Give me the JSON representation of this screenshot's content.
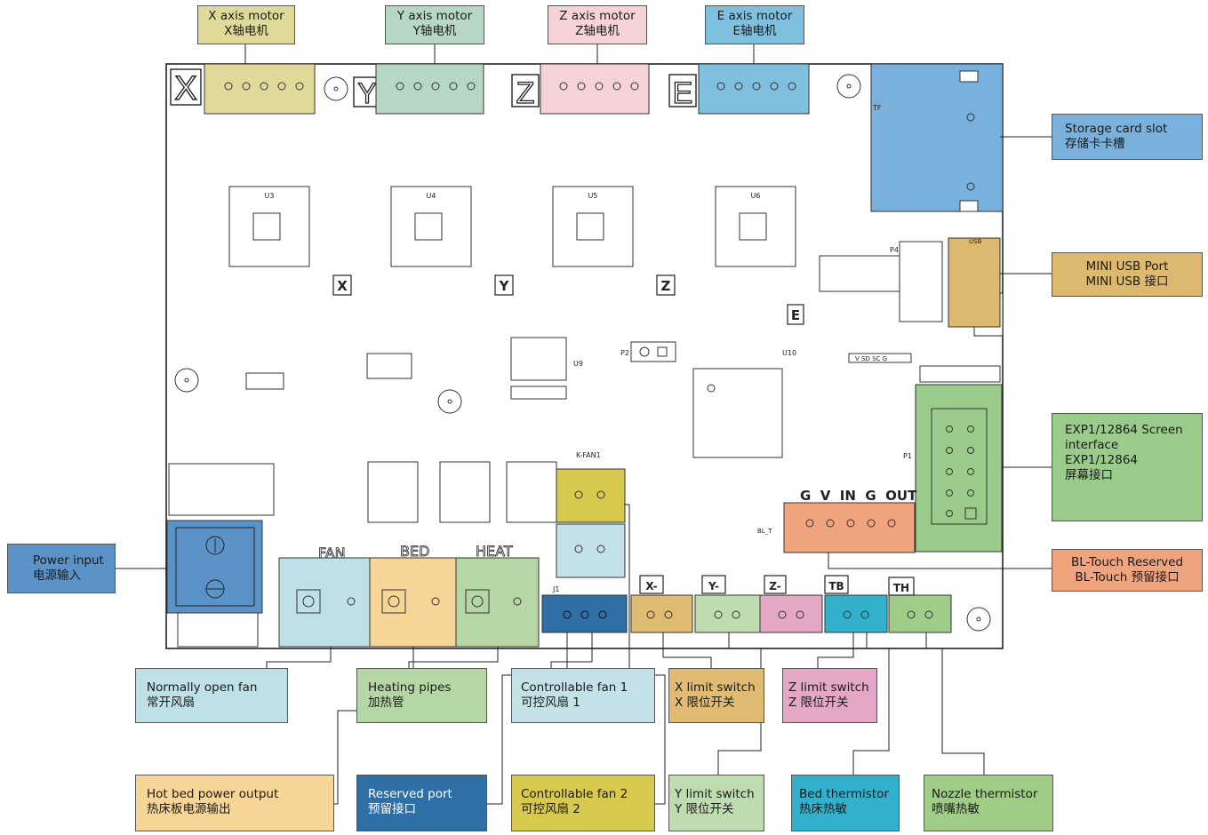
{
  "board_labels": {
    "x": "X",
    "y": "Y",
    "z": "Z",
    "e": "E",
    "bed": "BED",
    "heat": "HEAT",
    "fan": "FAN",
    "bl_pins": "G  V  IN  G  OUT",
    "x_minus": "X-",
    "y_minus": "Y-",
    "z_minus": "Z-",
    "tb": "TB",
    "th": "TH",
    "u3": "U3",
    "u4": "U4",
    "u5": "U5",
    "u6": "U6",
    "u9": "U9",
    "u10": "U10",
    "j1": "J1",
    "p1": "P1",
    "p2": "P2",
    "p4": "P4",
    "kfan1": "K-FAN1",
    "tf": "TF",
    "usb": "USB",
    "bl_t": "BL_T",
    "vsd": "V SD SC G"
  },
  "callouts": {
    "x_motor": {
      "en": "X axis motor",
      "cn": "X轴电机",
      "color": "#e0da9a"
    },
    "y_motor": {
      "en": "Y axis motor",
      "cn": "Y轴电机",
      "color": "#b8d6c4"
    },
    "z_motor": {
      "en": "Z axis motor",
      "cn": "Z轴电机",
      "color": "#f5d3d6"
    },
    "e_motor": {
      "en": "E axis motor",
      "cn": "E轴电机",
      "color": "#7fc0df"
    },
    "storage": {
      "en": "Storage card slot",
      "cn": "存储卡卡槽",
      "color": "#7ab1dc"
    },
    "usb": {
      "en": "MINI USB Port",
      "cn": "MINI USB 接口",
      "color": "#dcb96e"
    },
    "exp1": {
      "en": "EXP1/12864 Screen interface",
      "en2": "EXP1/12864",
      "cn": "屏幕接口",
      "color": "#9acb8a"
    },
    "bltouch": {
      "en": "BL-Touch Reserved",
      "cn": "BL-Touch 预留接口",
      "color": "#f0a47e"
    },
    "power": {
      "en": "Power input",
      "cn": "电源输入",
      "color": "#5b93c8"
    },
    "fan_open": {
      "en": "Normally open fan",
      "cn": "常开风扇",
      "color": "#bde1e6"
    },
    "heating": {
      "en": "Heating pipes",
      "cn": "加热管",
      "color": "#b6d6a5"
    },
    "cfan1": {
      "en": "Controllable fan 1",
      "cn": "可控风扇 1",
      "color": "#c3e2e8"
    },
    "xlimit": {
      "en": "X limit switch",
      "cn": "X 限位开关",
      "color": "#e0bb72"
    },
    "zlimit": {
      "en": "Z limit switch",
      "cn": "Z 限位开关",
      "color": "#e4a7c6"
    },
    "hotbed": {
      "en": "Hot bed power output",
      "cn": "热床板电源输出",
      "color": "#f6d597"
    },
    "reserved": {
      "en": "Reserved port",
      "cn": "预留接口",
      "color": "#2e6fa5"
    },
    "cfan2": {
      "en": "Controllable fan 2",
      "cn": "可控风扇 2",
      "color": "#d6c94e"
    },
    "ylimit": {
      "en": "Y limit switch",
      "cn": "Y 限位开关",
      "color": "#bedcb0"
    },
    "bedtherm": {
      "en": "Bed thermistor",
      "cn": "热床热敏",
      "color": "#33b1cc"
    },
    "nozzle": {
      "en": "Nozzle thermistor",
      "cn": "喷嘴热敏",
      "color": "#9fcc86"
    }
  }
}
